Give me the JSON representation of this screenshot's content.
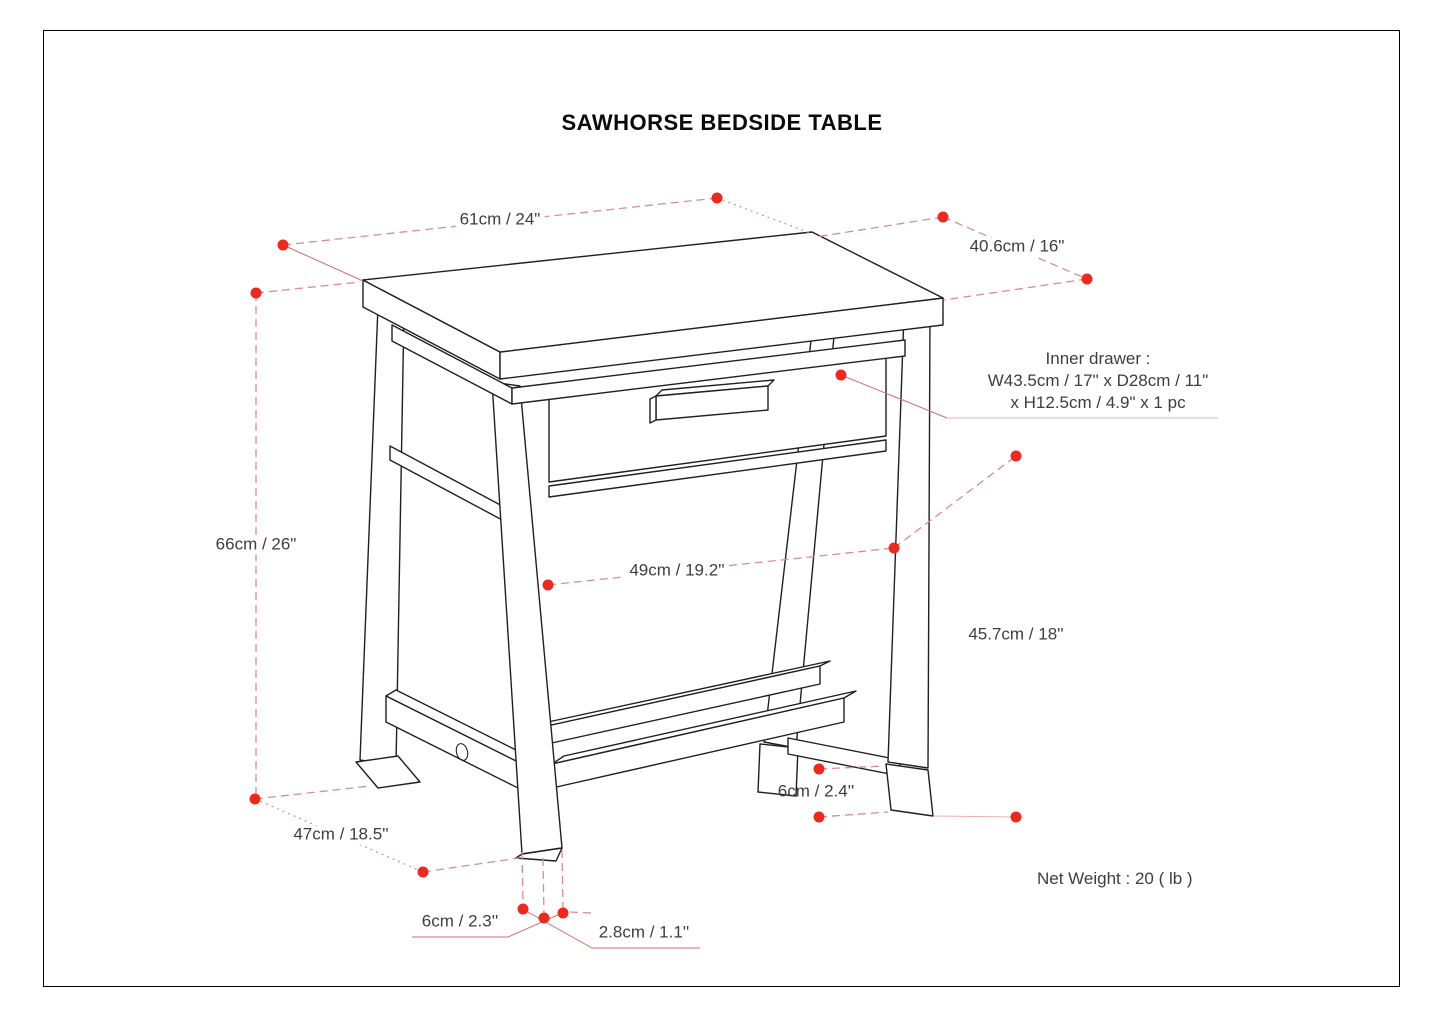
{
  "product": {
    "title": "SAWHORSE BEDSIDE TABLE"
  },
  "annotations": {
    "width": "61cm / 24\"",
    "depth": "40.6cm / 16\"",
    "height": "66cm / 26\"",
    "inner_drawer_line1": "Inner drawer :",
    "inner_drawer_line2": "W43.5cm / 17\" x D28cm / 11\"",
    "inner_drawer_line3": "x H12.5cm / 4.9\" x 1 pc",
    "leg_span": "49cm / 19.2''",
    "clearance_height": "45.7cm / 18''",
    "foot_height": "6cm / 2.4''",
    "foot_spacing": "47cm / 18.5''",
    "foot_width": "6cm / 2.3''",
    "foot_thickness": "2.8cm / 1.1''",
    "net_weight": "Net Weight : 20 ( lb )"
  },
  "colors": {
    "marker": "#ea2a21",
    "dash": "#d98d8d",
    "leader": "#cf6f6f",
    "faint": "#eab0b0",
    "line": "#202020",
    "text": "#3e3e3e"
  }
}
